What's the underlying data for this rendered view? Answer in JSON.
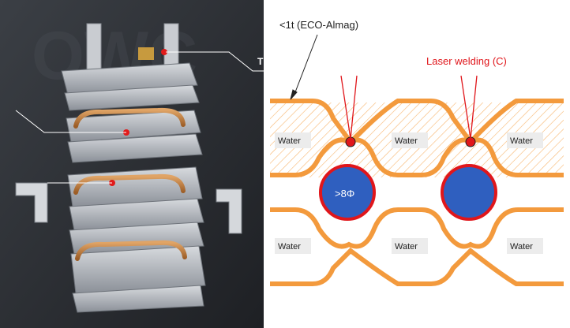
{
  "photo": {
    "subject": "exploded view of stacked heat exchanger plates with copper tubes and mounting brackets",
    "colors": {
      "background_dark": "#2a2d31",
      "background_edge": "#3a3d42",
      "plate": "#b8bcc2",
      "plate_shadow": "#7b8088",
      "copper": "#c8894a",
      "marker": "#e11b1b",
      "leader_line": "#ffffff"
    },
    "watermark": "OWC",
    "edge_letter": "T"
  },
  "diagram": {
    "material_label": "<1t (ECO-Almag)",
    "weld_label": "Laser welding (C)",
    "tube_label": ">8Φ",
    "water_labels": [
      "Water",
      "Water",
      "Water",
      "Water",
      "Water",
      "Water"
    ],
    "colors": {
      "wall": "#f39a3d",
      "wall_outline": "#d77a1c",
      "hatch": "#f7b56e",
      "tube_fill": "#2f5fbf",
      "tube_ring": "#e0161b",
      "weld_dot": "#e0161b",
      "weld_text": "#e0161b",
      "label_box": "#ececec",
      "text": "#222222"
    }
  }
}
